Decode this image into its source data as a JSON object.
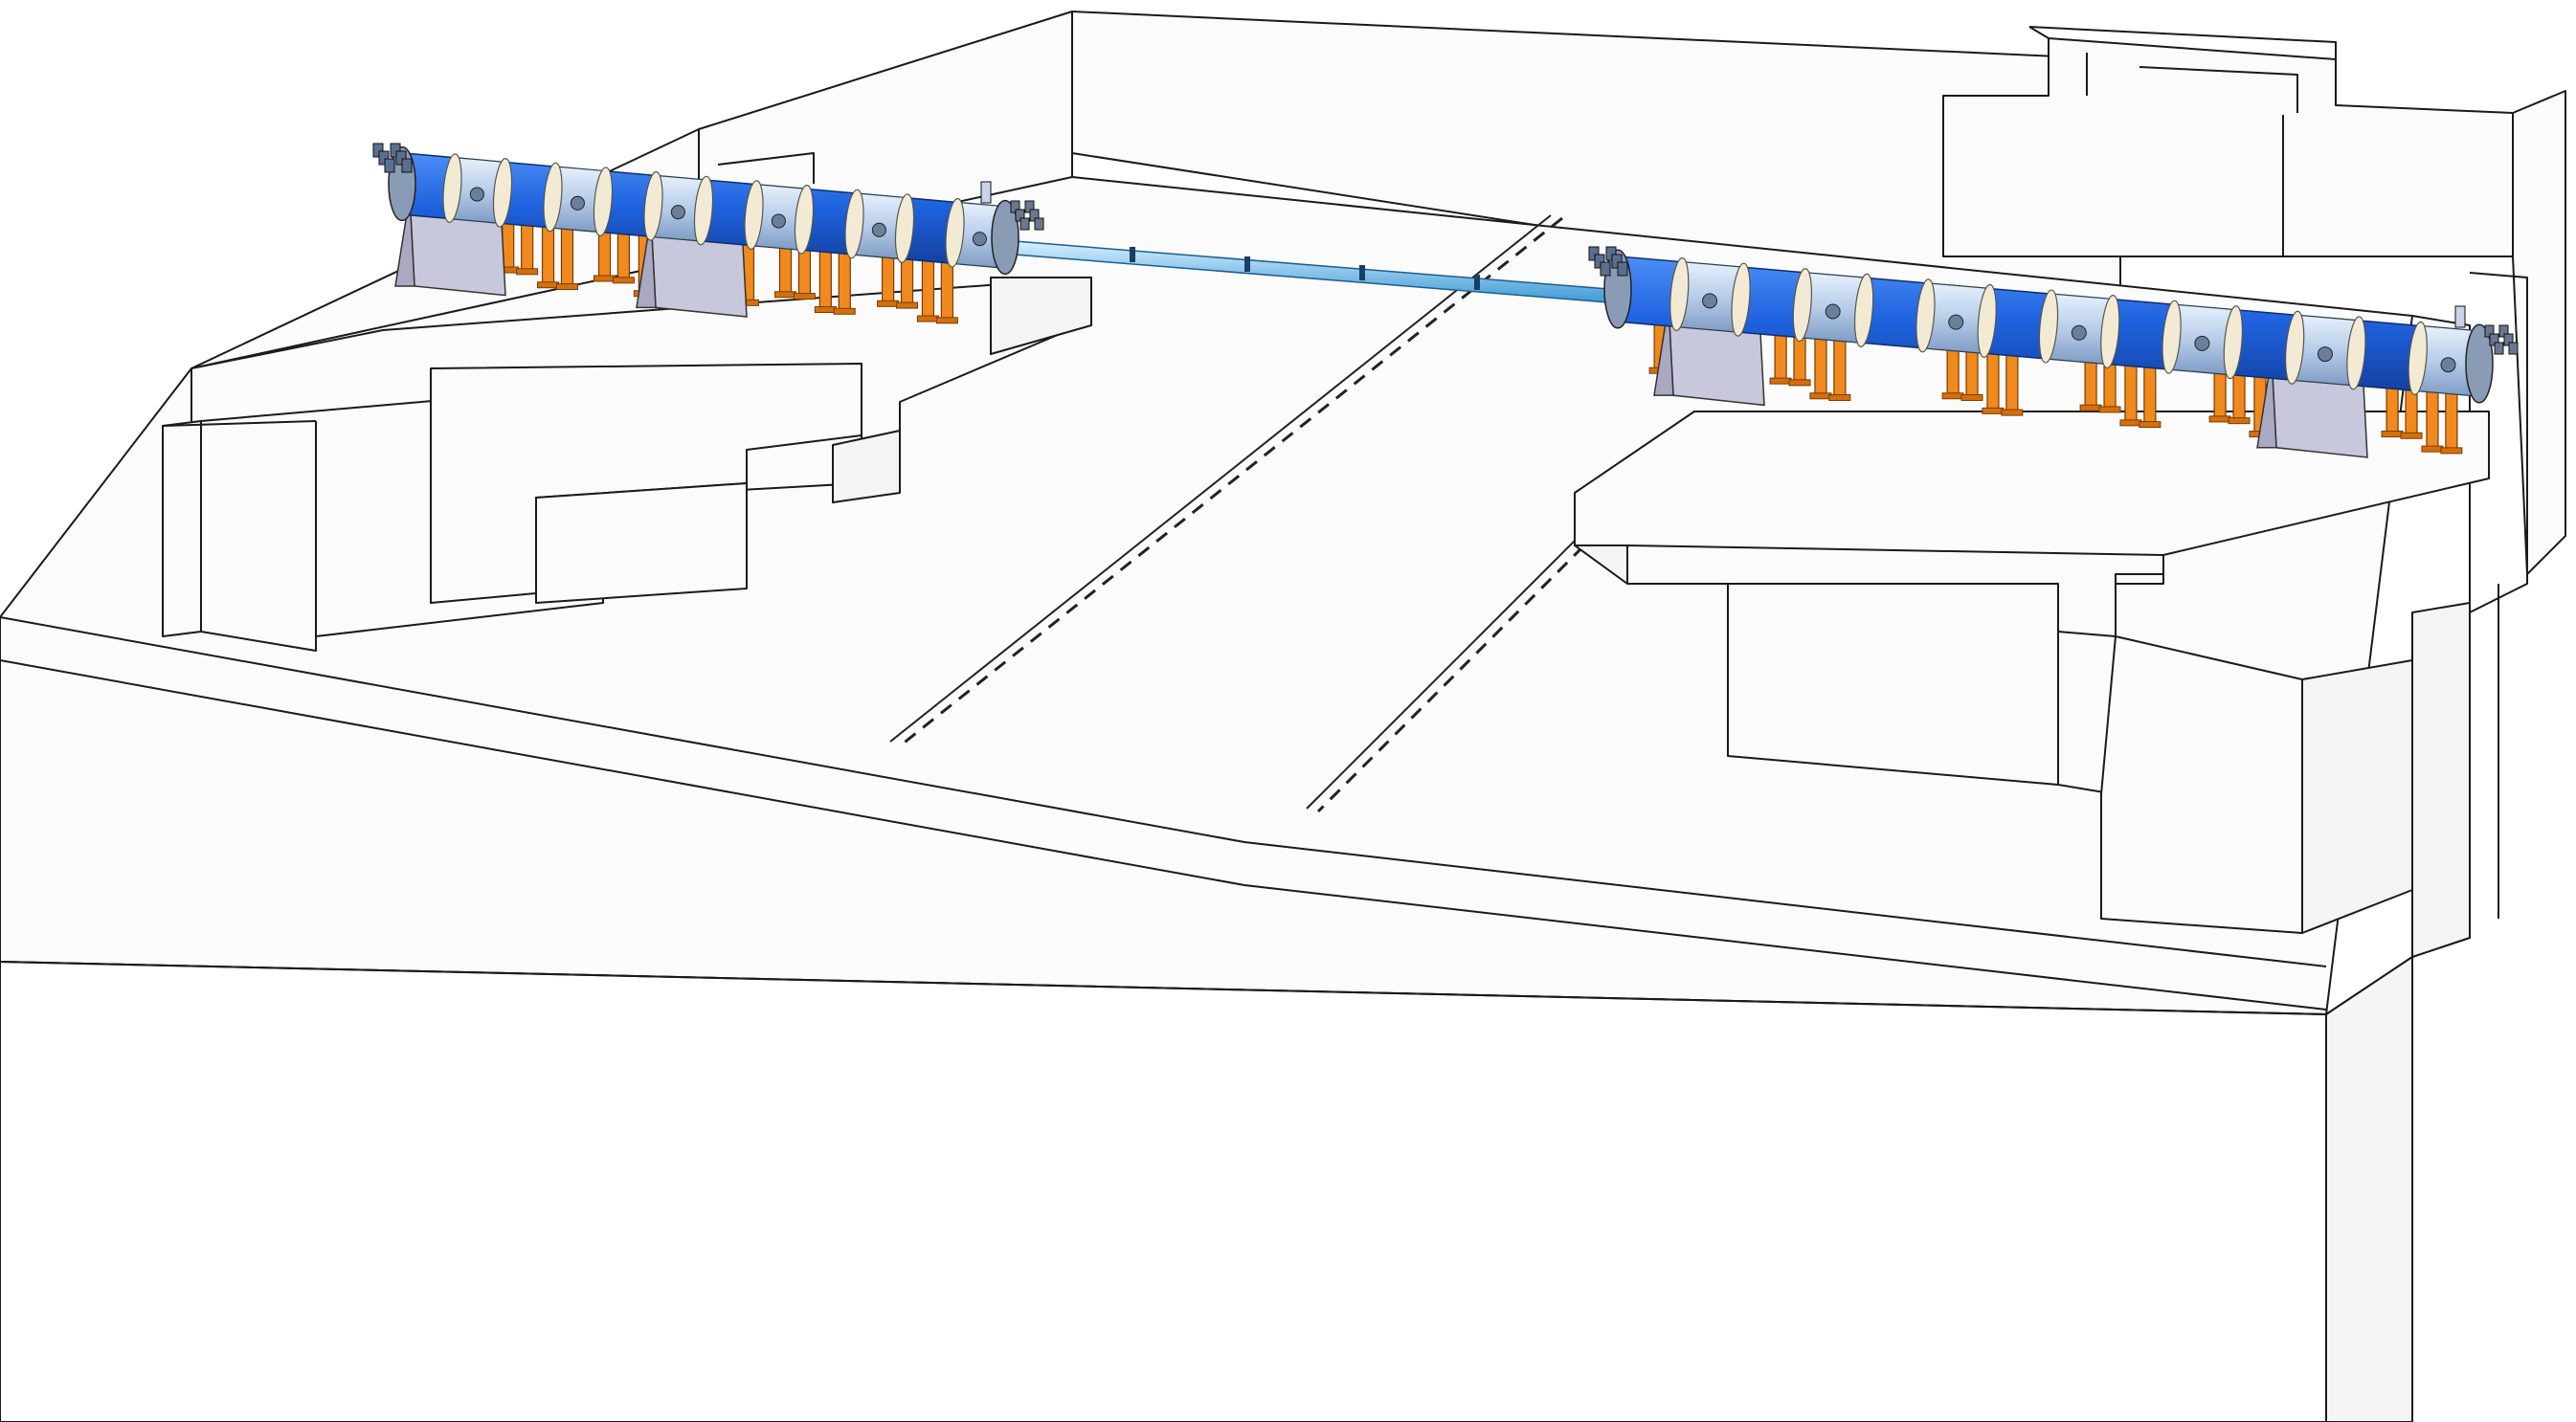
{
  "diagram": {
    "kind": "isometric facility layout",
    "colors": {
      "background": "#ffffff",
      "wall_fill": "#fafafa",
      "wall_shade": "#f0f0f0",
      "outline": "#111111",
      "vessel_blue": "#1f63e0",
      "vessel_light": "#c7d9f0",
      "flange": "#f2ead2",
      "support_orange": "#f08a1e",
      "cradle": "#c8c8dc",
      "beam_tube": "#7ec8f0"
    },
    "components": [
      {
        "id": "left-vacuum-line",
        "label": ""
      },
      {
        "id": "right-vacuum-line",
        "label": ""
      },
      {
        "id": "beam-tube",
        "label": ""
      },
      {
        "id": "left-pit",
        "label": ""
      },
      {
        "id": "right-pit",
        "label": ""
      }
    ]
  }
}
